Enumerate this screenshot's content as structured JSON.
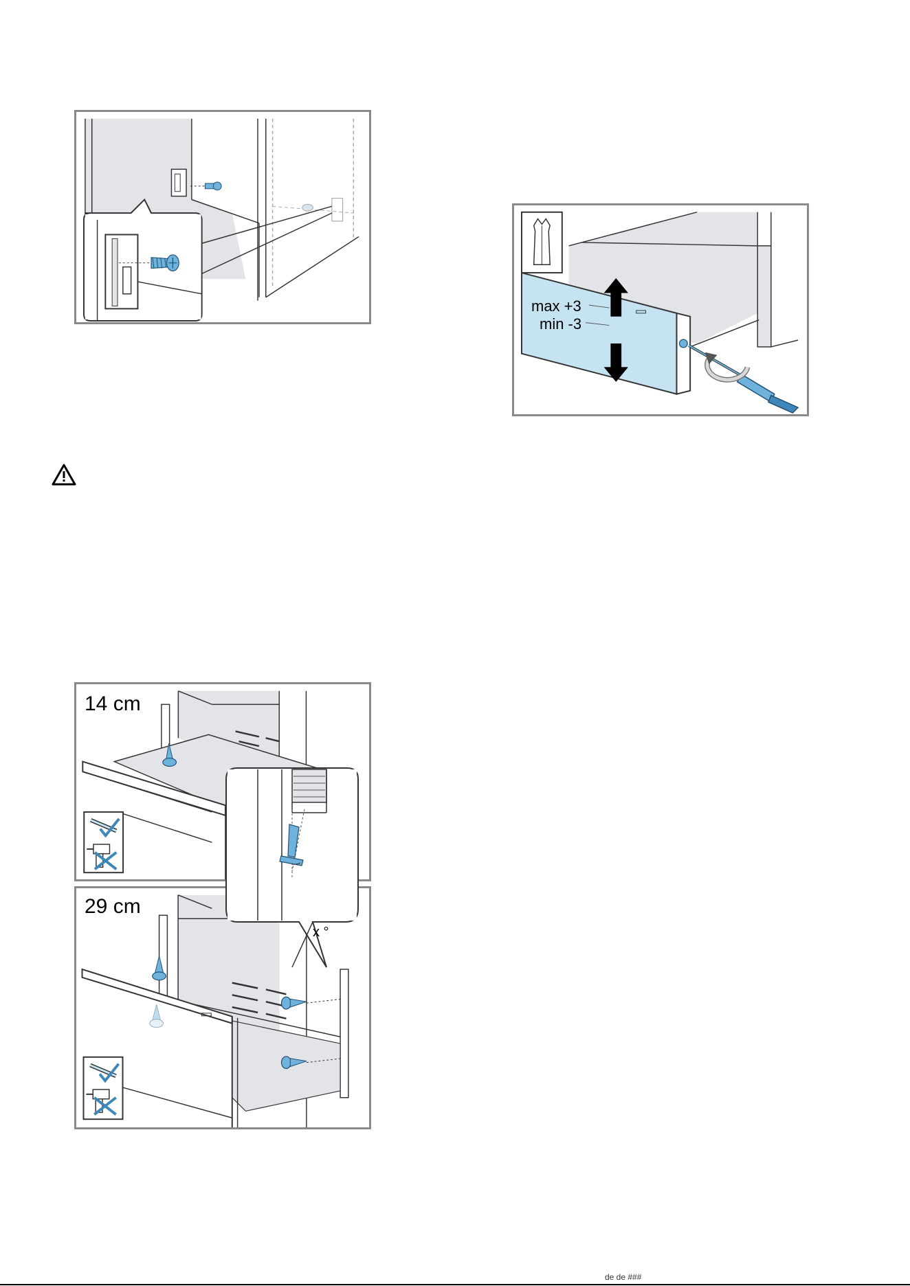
{
  "figures": {
    "fig_adjust": {
      "max_label": "max +3",
      "min_label": "min -3"
    },
    "fig_14": {
      "label": "14 cm"
    },
    "fig_29": {
      "label": "29 cm"
    },
    "detail_angle": {
      "label": "x °"
    }
  },
  "icons": {
    "warning": "warning-triangle-icon",
    "screw": "screw-icon",
    "torx": "torx-bit-icon",
    "screwdriver": "screwdriver-icon",
    "drill": "power-drill-icon",
    "check": "check-icon",
    "cross": "cross-icon"
  },
  "colors": {
    "accent_blue": "#6fb3dc",
    "panel_blue": "#c6e3f2",
    "cabinet_gray": "#e3e4e8",
    "frame_gray": "#8a8a8a"
  },
  "footer": {
    "text": "de  de  ###"
  }
}
